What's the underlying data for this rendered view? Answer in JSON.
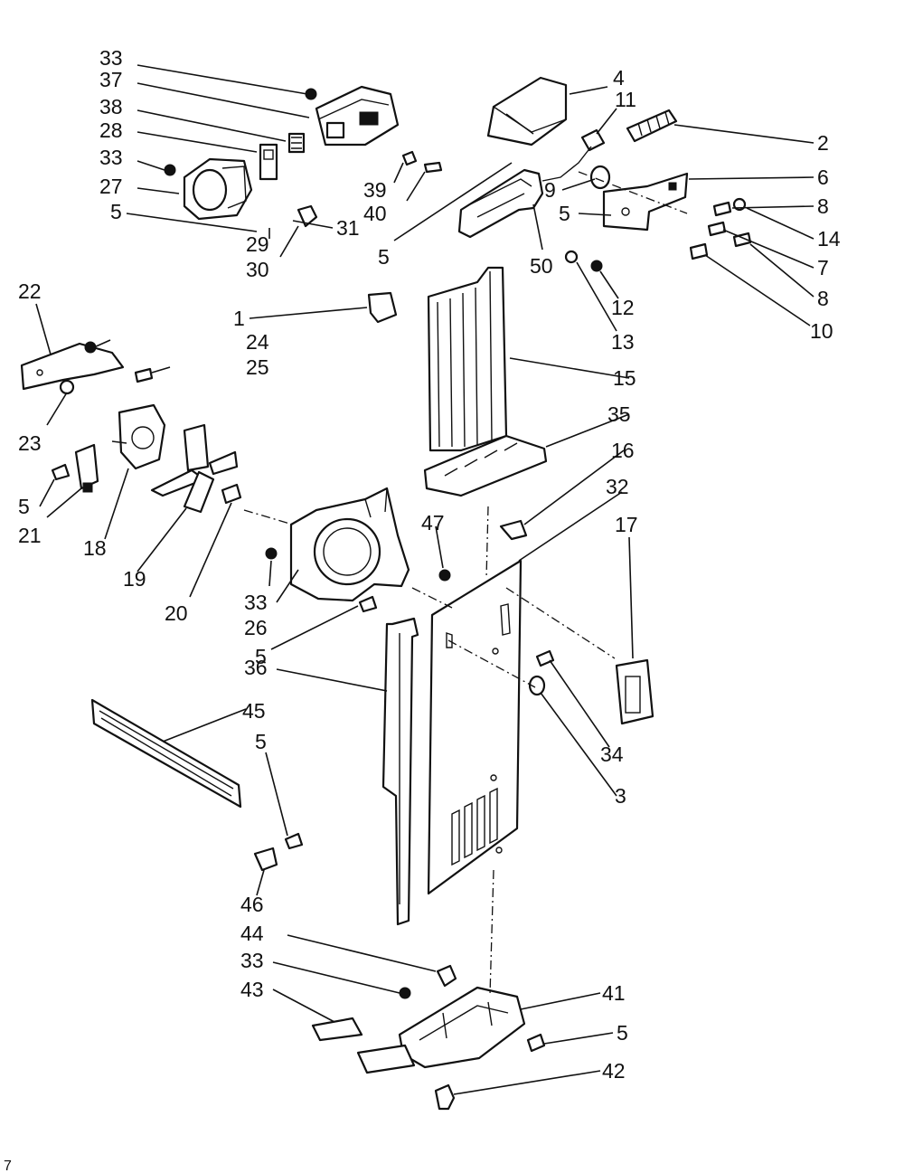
{
  "diagram": {
    "footnote": "7",
    "callouts": [
      "33",
      "37",
      "38",
      "28",
      "33",
      "27",
      "5",
      "29",
      "30",
      "31",
      "5",
      "39",
      "40",
      "4",
      "11",
      "2",
      "6",
      "9",
      "8",
      "14",
      "5",
      "50",
      "7",
      "8",
      "12",
      "13",
      "10",
      "22",
      "24",
      "25",
      "1",
      "23",
      "15",
      "35",
      "16",
      "5",
      "21",
      "18",
      "19",
      "20",
      "33",
      "26",
      "47",
      "32",
      "17",
      "5",
      "36",
      "34",
      "3",
      "45",
      "5",
      "46",
      "44",
      "33",
      "41",
      "43",
      "5",
      "42"
    ]
  }
}
